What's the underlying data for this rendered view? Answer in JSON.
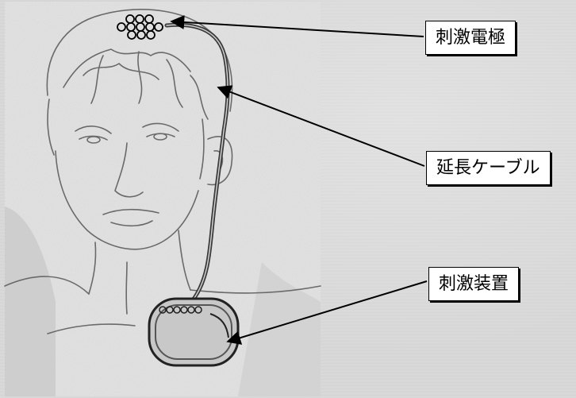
{
  "labels": {
    "electrode": "刺激電極",
    "cable": "延長ケーブル",
    "device": "刺激装置"
  },
  "colors": {
    "background": "#d8d8d8",
    "sketch_paper": "#e2e2e2",
    "ink": "#000000"
  }
}
